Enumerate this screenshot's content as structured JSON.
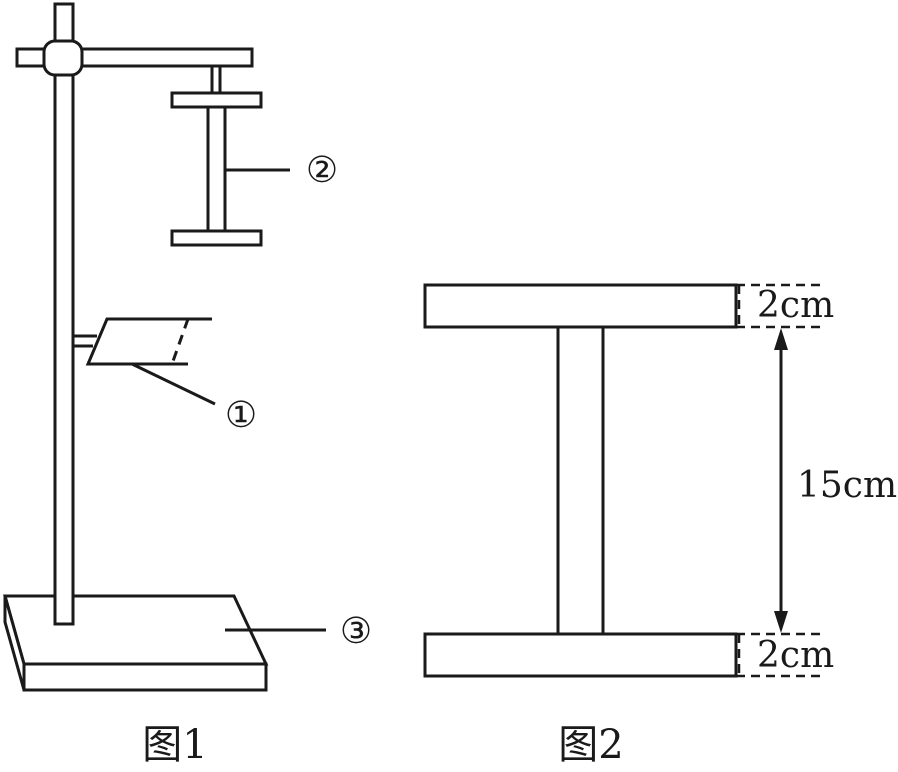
{
  "figure1": {
    "caption": "图1",
    "labels": {
      "pan_marker": "①",
      "clamp_marker": "②",
      "base_marker": "③"
    }
  },
  "figure2": {
    "caption": "图2",
    "dimensions": {
      "top_plate": "2cm",
      "stem_length": "15cm",
      "bottom_plate": "2cm"
    }
  },
  "colors": {
    "line": "#1a1a1a",
    "background": "#ffffff"
  }
}
